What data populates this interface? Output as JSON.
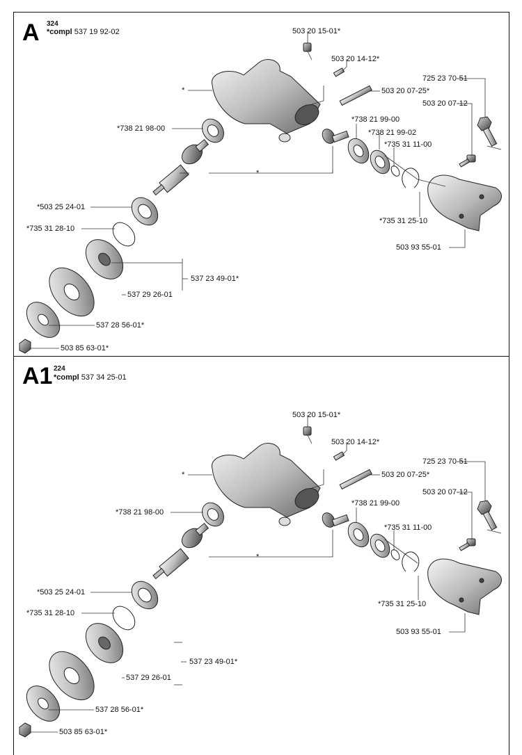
{
  "sections": [
    {
      "letter": "A",
      "model": "324",
      "compl_prefix": "*compl",
      "compl_number": "537 19 92-02",
      "labels": {
        "p1": "503 20 15-01*",
        "p2": "503 20 14-12*",
        "p3": "725 23 70-51",
        "p4": "*",
        "p5": "503 20 07-25*",
        "p6": "503 20 07-12",
        "p7": "*738 21 98-00",
        "p8": "*738 21 99-00",
        "p9": "*738 21 99-02",
        "p10": "*735 31 11-00",
        "p11": "*",
        "p12": "*503 25 24-01",
        "p13": "*735 31 25-10",
        "p14": "*735 31 28-10",
        "p15": "503 93 55-01",
        "p16": "537 23 49-01*",
        "p17": "537 29 26-01",
        "p18": "537 28 56-01*",
        "p19": "503 85 63-01*"
      }
    },
    {
      "letter": "A1",
      "model": "224",
      "compl_prefix": "*compl",
      "compl_number": "537 34 25-01",
      "labels": {
        "p1": "503 20 15-01*",
        "p2": "503 20 14-12*",
        "p3": "725 23 70-51",
        "p4": "*",
        "p5": "503 20 07-25*",
        "p6": "503 20 07-12",
        "p7": "*738 21 98-00",
        "p8": "*738 21 99-00",
        "p10": "*735 31 11-00",
        "p11": "*",
        "p12": "*503 25 24-01",
        "p13": "*735 31 25-10",
        "p14": "*735 31 28-10",
        "p15": "503 93 55-01",
        "p16": "537 23 49-01*",
        "p17": "537 29 26-01",
        "p18": "537 28 56-01*",
        "p19": "503 85 63-01*"
      }
    }
  ]
}
